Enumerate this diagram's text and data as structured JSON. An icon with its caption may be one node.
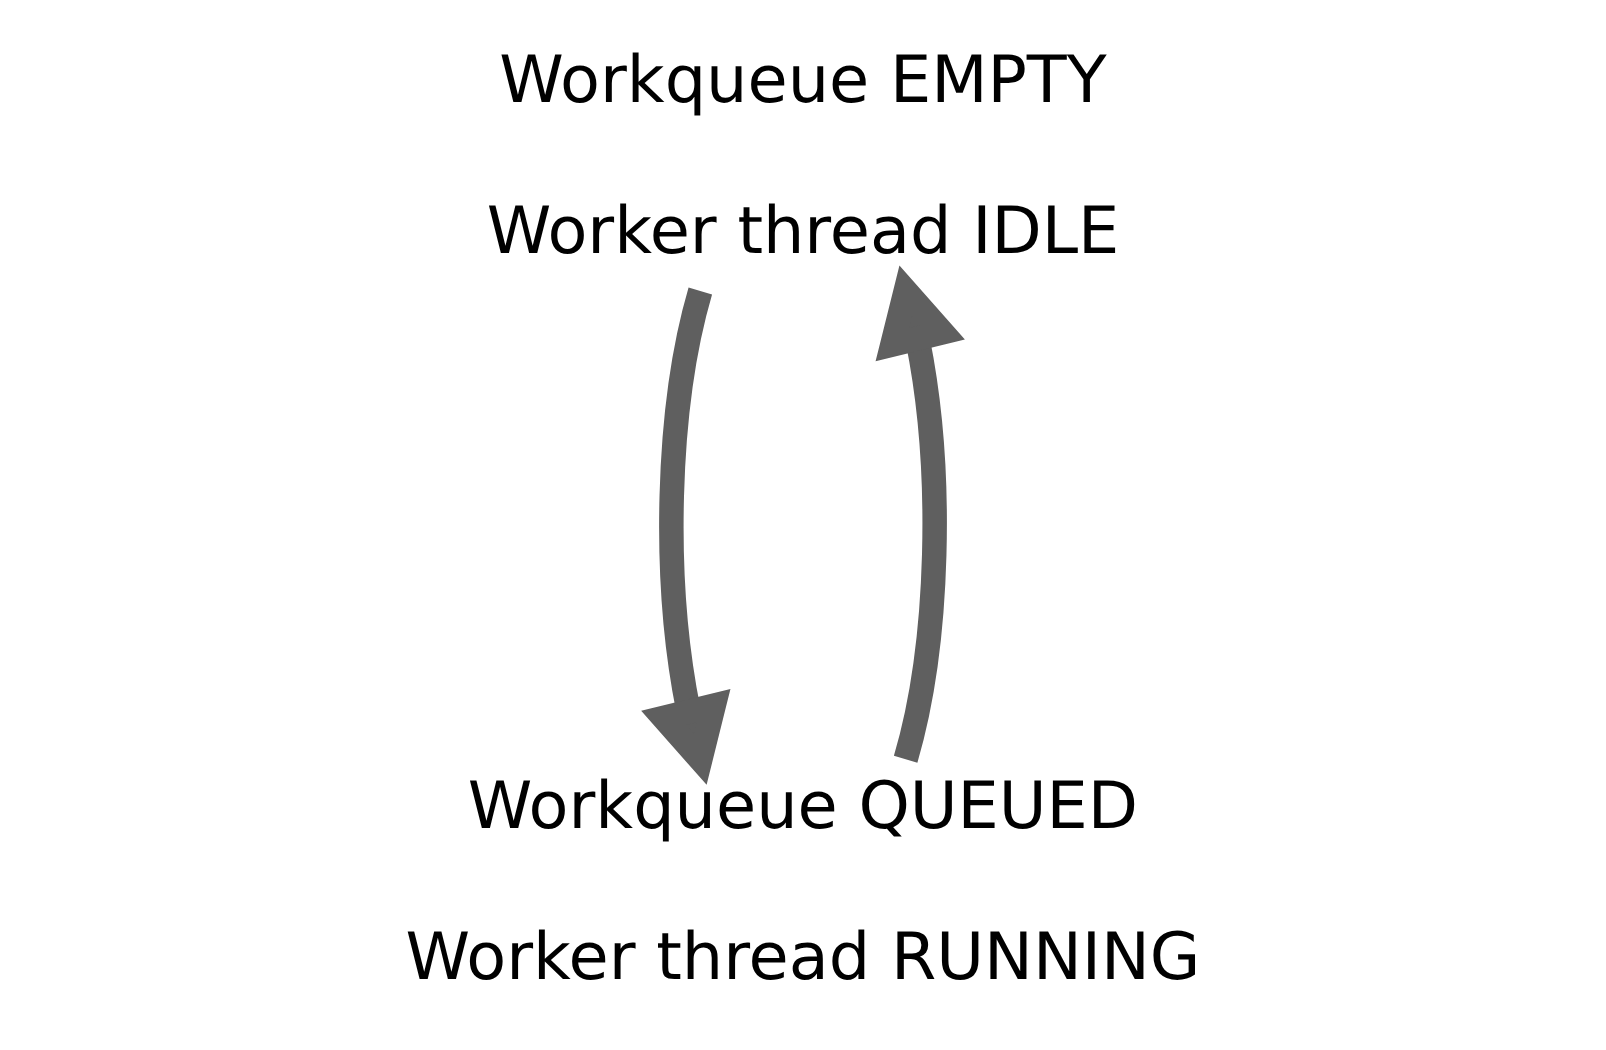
{
  "diagram": {
    "nodes": [
      {
        "text": [
          "Workqueue EMPTY",
          "Worker thread IDLE"
        ]
      },
      {
        "text": [
          "Workqueue QUEUED",
          "Worker thread RUNNING"
        ]
      }
    ],
    "edges": [
      {
        "from": 0,
        "to": 1,
        "arrow": "to"
      },
      {
        "from": 1,
        "to": 0,
        "arrow": "to"
      }
    ]
  }
}
